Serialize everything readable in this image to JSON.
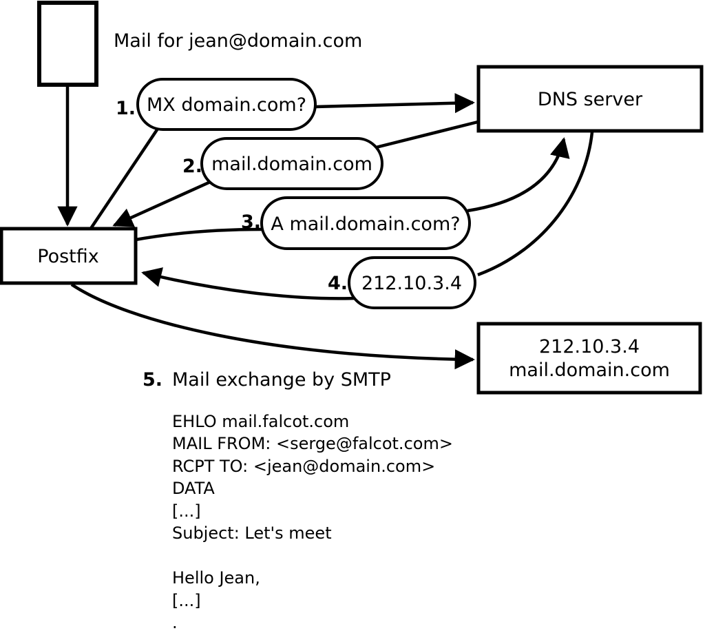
{
  "diagram": {
    "annotation": "Mail for jean@domain.com",
    "nodes": {
      "postfix": "Postfix",
      "dns_server": "DNS server",
      "destination": {
        "line1": "212.10.3.4",
        "line2": "mail.domain.com"
      }
    },
    "steps": [
      {
        "number": "1.",
        "label": "MX domain.com?"
      },
      {
        "number": "2.",
        "label": "mail.domain.com"
      },
      {
        "number": "3.",
        "label": "A mail.domain.com?"
      },
      {
        "number": "4.",
        "label": "212.10.3.4"
      },
      {
        "number": "5.",
        "label": "Mail exchange by SMTP"
      }
    ],
    "smtp_session": {
      "lines": [
        "EHLO mail.falcot.com",
        "MAIL FROM: <serge@falcot.com>",
        "RCPT TO: <jean@domain.com>",
        "DATA",
        "[...]",
        "Subject: Let's meet",
        "",
        "Hello Jean,",
        "[...]",
        "."
      ]
    },
    "colors": {
      "ink": "#000000",
      "background": "#ffffff"
    }
  }
}
